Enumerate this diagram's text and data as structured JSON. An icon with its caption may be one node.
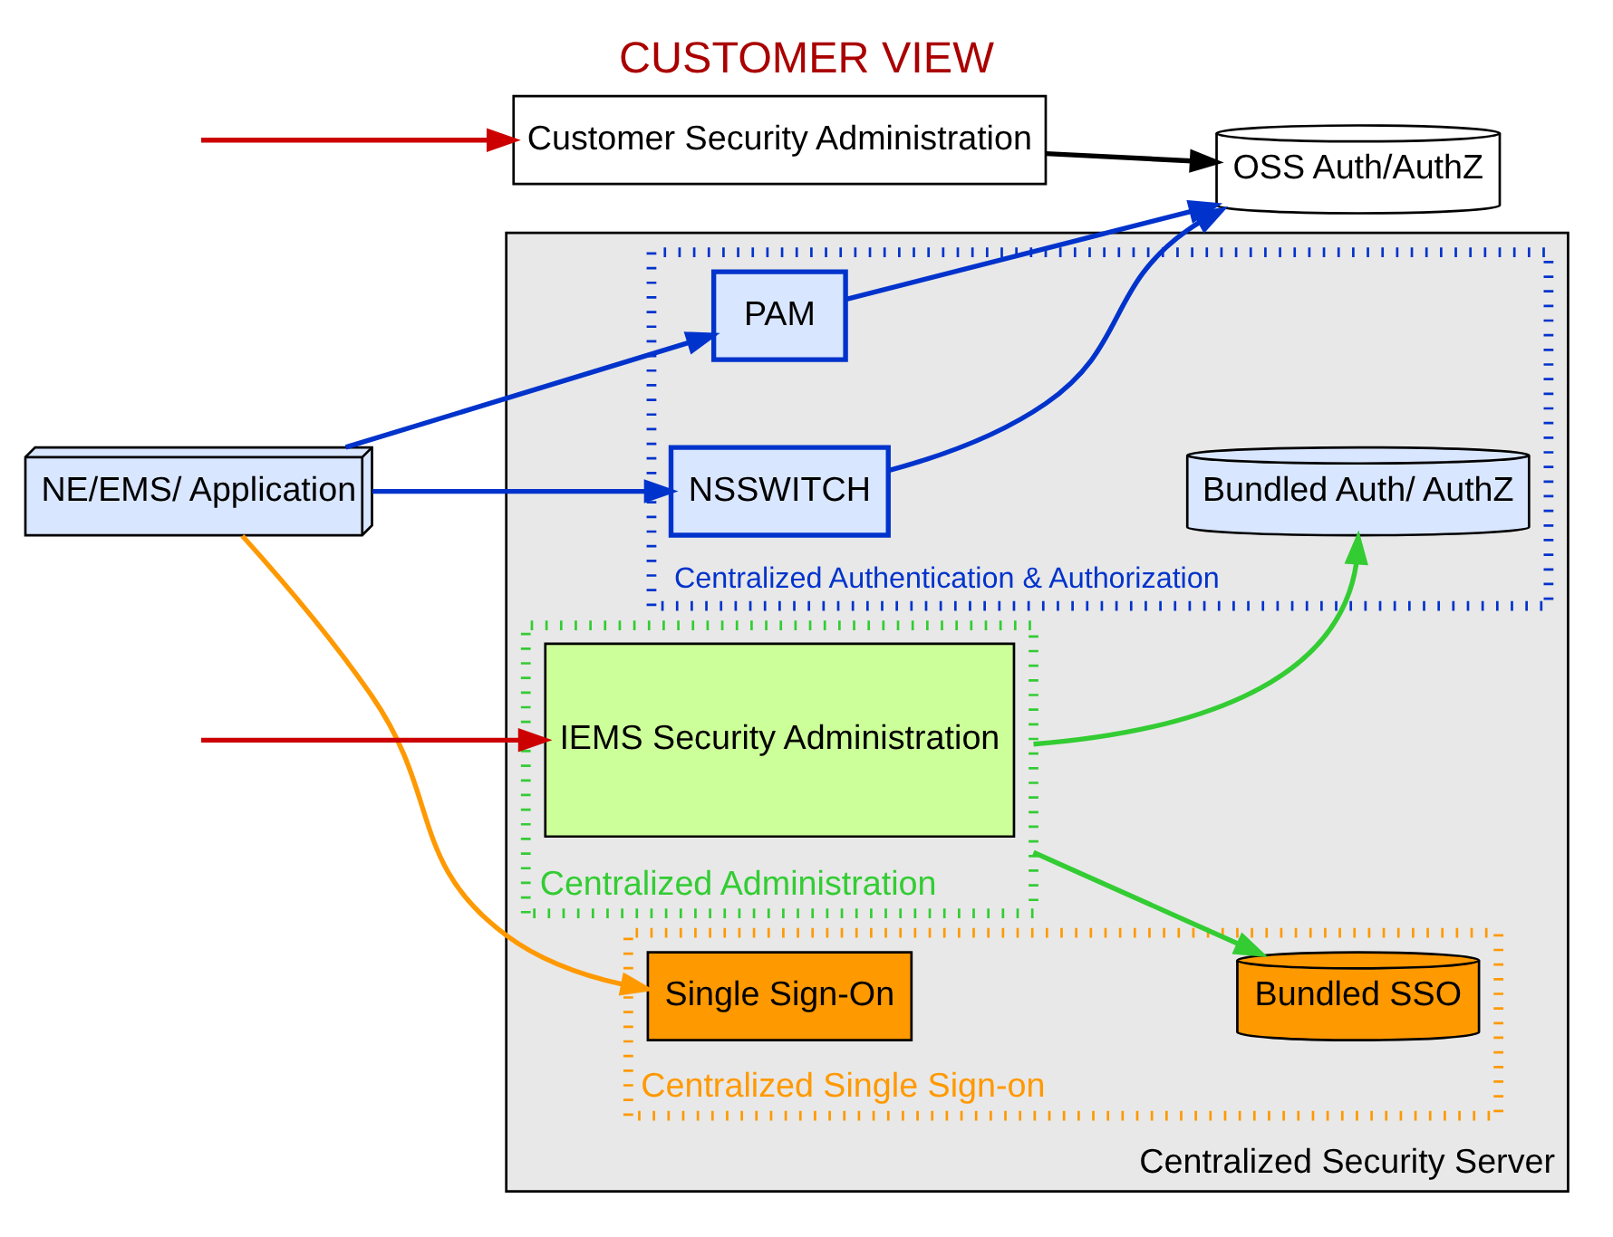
{
  "diagram": {
    "title": "CUSTOMER VIEW",
    "nodes": [
      {
        "text": [
          "OSS Auth/AuthZ"
        ]
      },
      {
        "text": [
          "Customer Security Administration"
        ]
      },
      {
        "text": [
          "Centralized Security Server"
        ]
      },
      {
        "text": [
          "Centralized Authentication & Authorization"
        ],
        "in": 2
      },
      {
        "text": [
          "PAM"
        ],
        "in": 3
      },
      {
        "text": [
          "NSSWITCH"
        ],
        "in": 3
      },
      {
        "text": [
          "Bundled Auth/ AuthZ"
        ],
        "in": 3
      },
      {
        "text": [
          "Centralized Administration"
        ],
        "in": 2
      },
      {
        "text": [
          "IEMS Security Administration"
        ],
        "in": 7
      },
      {
        "text": [
          "Centralized Single Sign-on"
        ],
        "in": 2
      },
      {
        "text": [
          "Single Sign-On"
        ],
        "in": 9
      },
      {
        "text": [
          "Bundled SSO"
        ],
        "in": 9
      },
      {
        "text": [
          "NE/EMS/ Application"
        ]
      }
    ],
    "edges": [
      {
        "from": 1,
        "to": 0,
        "arrow": "to",
        "color": "#000000"
      },
      {
        "from": 12,
        "to": 4,
        "arrow": "to",
        "color": "#0033cc"
      },
      {
        "from": 12,
        "to": 5,
        "arrow": "to",
        "color": "#0033cc"
      },
      {
        "from": 4,
        "to": 0,
        "arrow": "to",
        "color": "#0033cc"
      },
      {
        "from": 5,
        "to": 0,
        "arrow": "to",
        "color": "#0033cc"
      },
      {
        "from": 7,
        "to": 6,
        "arrow": "to",
        "color": "#33cc33"
      },
      {
        "from": 7,
        "to": 11,
        "arrow": "to",
        "color": "#33cc33"
      },
      {
        "from": 12,
        "to": 10,
        "arrow": "to",
        "color": "#ff9900"
      },
      {
        "from": null,
        "to": 1,
        "arrow": "to",
        "color": "#cc0000"
      },
      {
        "from": null,
        "to": 8,
        "arrow": "to",
        "color": "#cc0000"
      }
    ]
  }
}
